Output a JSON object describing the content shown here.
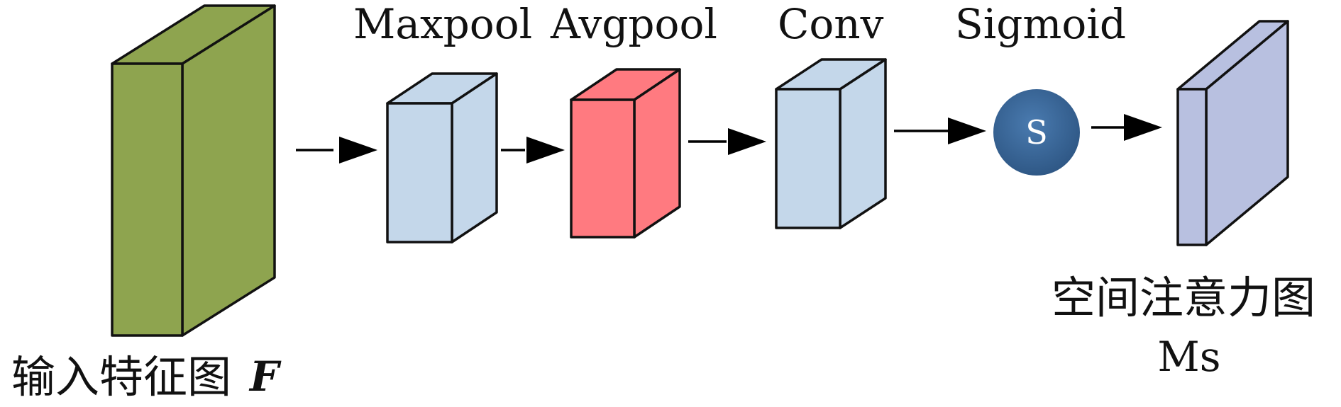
{
  "labels": {
    "maxpool": "Maxpool",
    "avgpool": "Avgpool",
    "conv": "Conv",
    "sigmoid": "Sigmoid",
    "input_text": "输入特征图",
    "input_symbol": "F",
    "output_line1": "空间注意力图",
    "output_line2": "Ms",
    "sigmoid_symbol": "S"
  },
  "colors": {
    "input_front": "#8ea44f",
    "input_side": "#8ea44f",
    "input_top": "#8ea44f",
    "maxpool_fill": "#c4d7ea",
    "avgpool_fill": "#ff7a80",
    "conv_fill": "#c4d7ea",
    "sigmoid_circle": "#3e6996",
    "output_fill": "#b8c0e0"
  }
}
